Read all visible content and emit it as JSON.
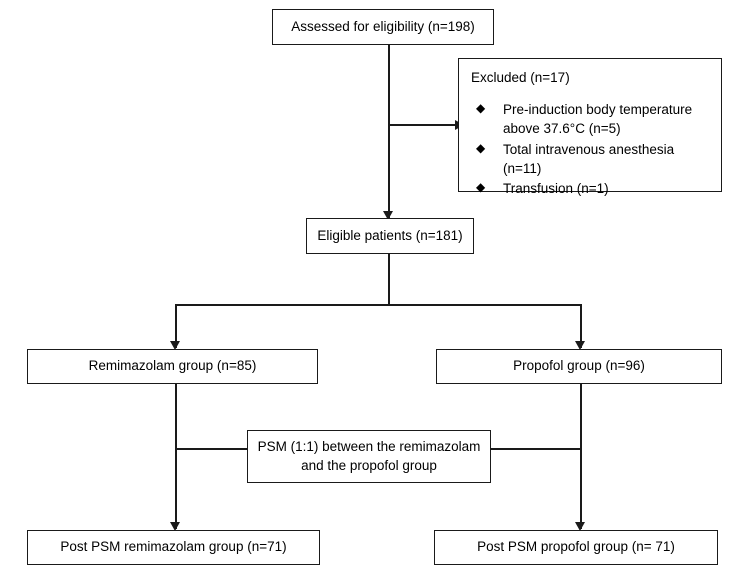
{
  "chart_data": {
    "type": "diagram",
    "title": "Patient enrollment flow diagram",
    "nodes": [
      {
        "id": "assessed",
        "label": "Assessed for eligibility (n=198)",
        "n": 198
      },
      {
        "id": "excluded",
        "label": "Excluded (n=17)",
        "n": 17
      },
      {
        "id": "eligible",
        "label": "Eligible patients (n=181)",
        "n": 181
      },
      {
        "id": "remimazolam",
        "label": "Remimazolam group (n=85)",
        "n": 85
      },
      {
        "id": "propofol",
        "label": "Propofol group (n=96)",
        "n": 96
      },
      {
        "id": "psm",
        "label": "PSM (1:1) between the remimazolam and the propofol group",
        "n": null
      },
      {
        "id": "post_psm_remimazolam",
        "label": "Post PSM remimazolam group (n=71)",
        "n": 71
      },
      {
        "id": "post_psm_propofol",
        "label": "Post PSM propofol group (n= 71)",
        "n": 71
      }
    ]
  },
  "flowchart": {
    "assessed": {
      "label": "Assessed for eligibility (n=198)"
    },
    "excluded": {
      "title": "Excluded (n=17)",
      "bullet_glyph": "◆",
      "items": [
        "Pre-induction body temperature above 37.6°C (n=5)",
        "Total intravenous anesthesia (n=11)",
        "Transfusion (n=1)"
      ]
    },
    "eligible": {
      "label": "Eligible patients (n=181)"
    },
    "remimazolam": {
      "label": "Remimazolam group (n=85)"
    },
    "propofol": {
      "label": "Propofol group (n=96)"
    },
    "psm": {
      "line1": "PSM (1:1) between the remimazolam",
      "line2": "and the propofol group"
    },
    "post_psm_remimazolam": {
      "label": "Post PSM remimazolam group (n=71)"
    },
    "post_psm_propofol": {
      "label": "Post PSM propofol group (n= 71)"
    }
  },
  "colors": {
    "stroke": "#1a1a1a",
    "background": "#ffffff",
    "text": "#000000"
  }
}
